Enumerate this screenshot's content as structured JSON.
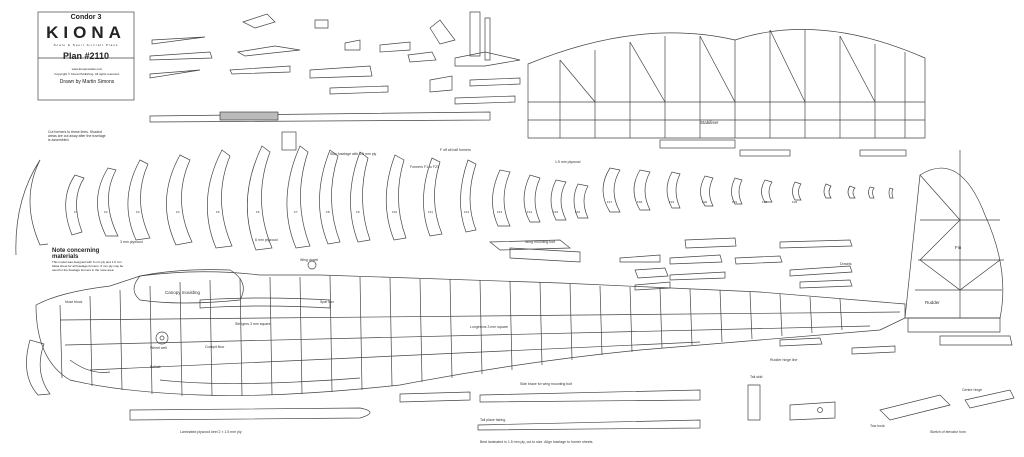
{
  "title_block": {
    "model": "Condor 3",
    "brand": "KIONA",
    "tagline": "Scale & Sport Aircraft Plans",
    "plan_number": "Plan #2110",
    "url": "www.kionamodels.com",
    "copyright": "Copyright © Kiona Publishing. All rights reserved.",
    "author": "Drawn by Martin Simons"
  },
  "notes": {
    "title": "Note concerning materials",
    "body": "This model was designed with 6 mm ply and 1.5 mm balsa sheet for all fuselage formers. 6 mm ply may be used for the fuselage formers in the nose area."
  },
  "labels": {
    "former_cut_note": "Cut formers to these lines. Shaded areas are cut away after the fuselage is assembled.",
    "ply_strip": "3 mm plywood",
    "ply_1_5": "1.5 mm plywood",
    "ply_6": "6 mm plywood",
    "skin_note": "Skin fuselage with 1.5 mm ply",
    "half_formers": "F off all half formers",
    "canopy": "Canopy moulding",
    "cockpit_floor": "Cockpit floor",
    "ballast": "Ballast",
    "stringers": "Stringers 3 mm square",
    "spar_box": "Spar box",
    "wing_dowel": "Wing dowel",
    "longerons": "Longerons 3 mm square",
    "fin": "Fin",
    "rudder": "Rudder",
    "rudder_note": "Rudder hinge line",
    "stab": "Stabiliser",
    "nose_block": "Nose block",
    "wheel": "Wheel well",
    "keel": "Laminated plywood keel 2 × 1.5 mm ply",
    "side_brace": "Side brace for wing mounting bolt",
    "tail_skid": "Tail skid",
    "bolt_note": "Wing mounting bolt",
    "former_note": "Formers F1 to F23",
    "dowel_note": "Dowels",
    "center_hinge": "Centre hinge",
    "tow_hook": "Tow hook",
    "sketch_note": "Sketch of elevator horn",
    "bottom_note": "Best laminated in 1.5 mm ply, cut to size. Align fuselage to former sheets.",
    "tail_note": "Tail plane fairing"
  },
  "formers": [
    "F1",
    "F2",
    "F3",
    "F4",
    "F5",
    "F6",
    "F7",
    "F8",
    "F9",
    "F10",
    "F11",
    "F12",
    "F13",
    "F14",
    "F15",
    "F16",
    "F17",
    "F18",
    "F19",
    "F20",
    "F21",
    "F22",
    "F23"
  ],
  "colors": {
    "line": "#444444",
    "paper": "#ffffff",
    "ink": "#222222"
  }
}
